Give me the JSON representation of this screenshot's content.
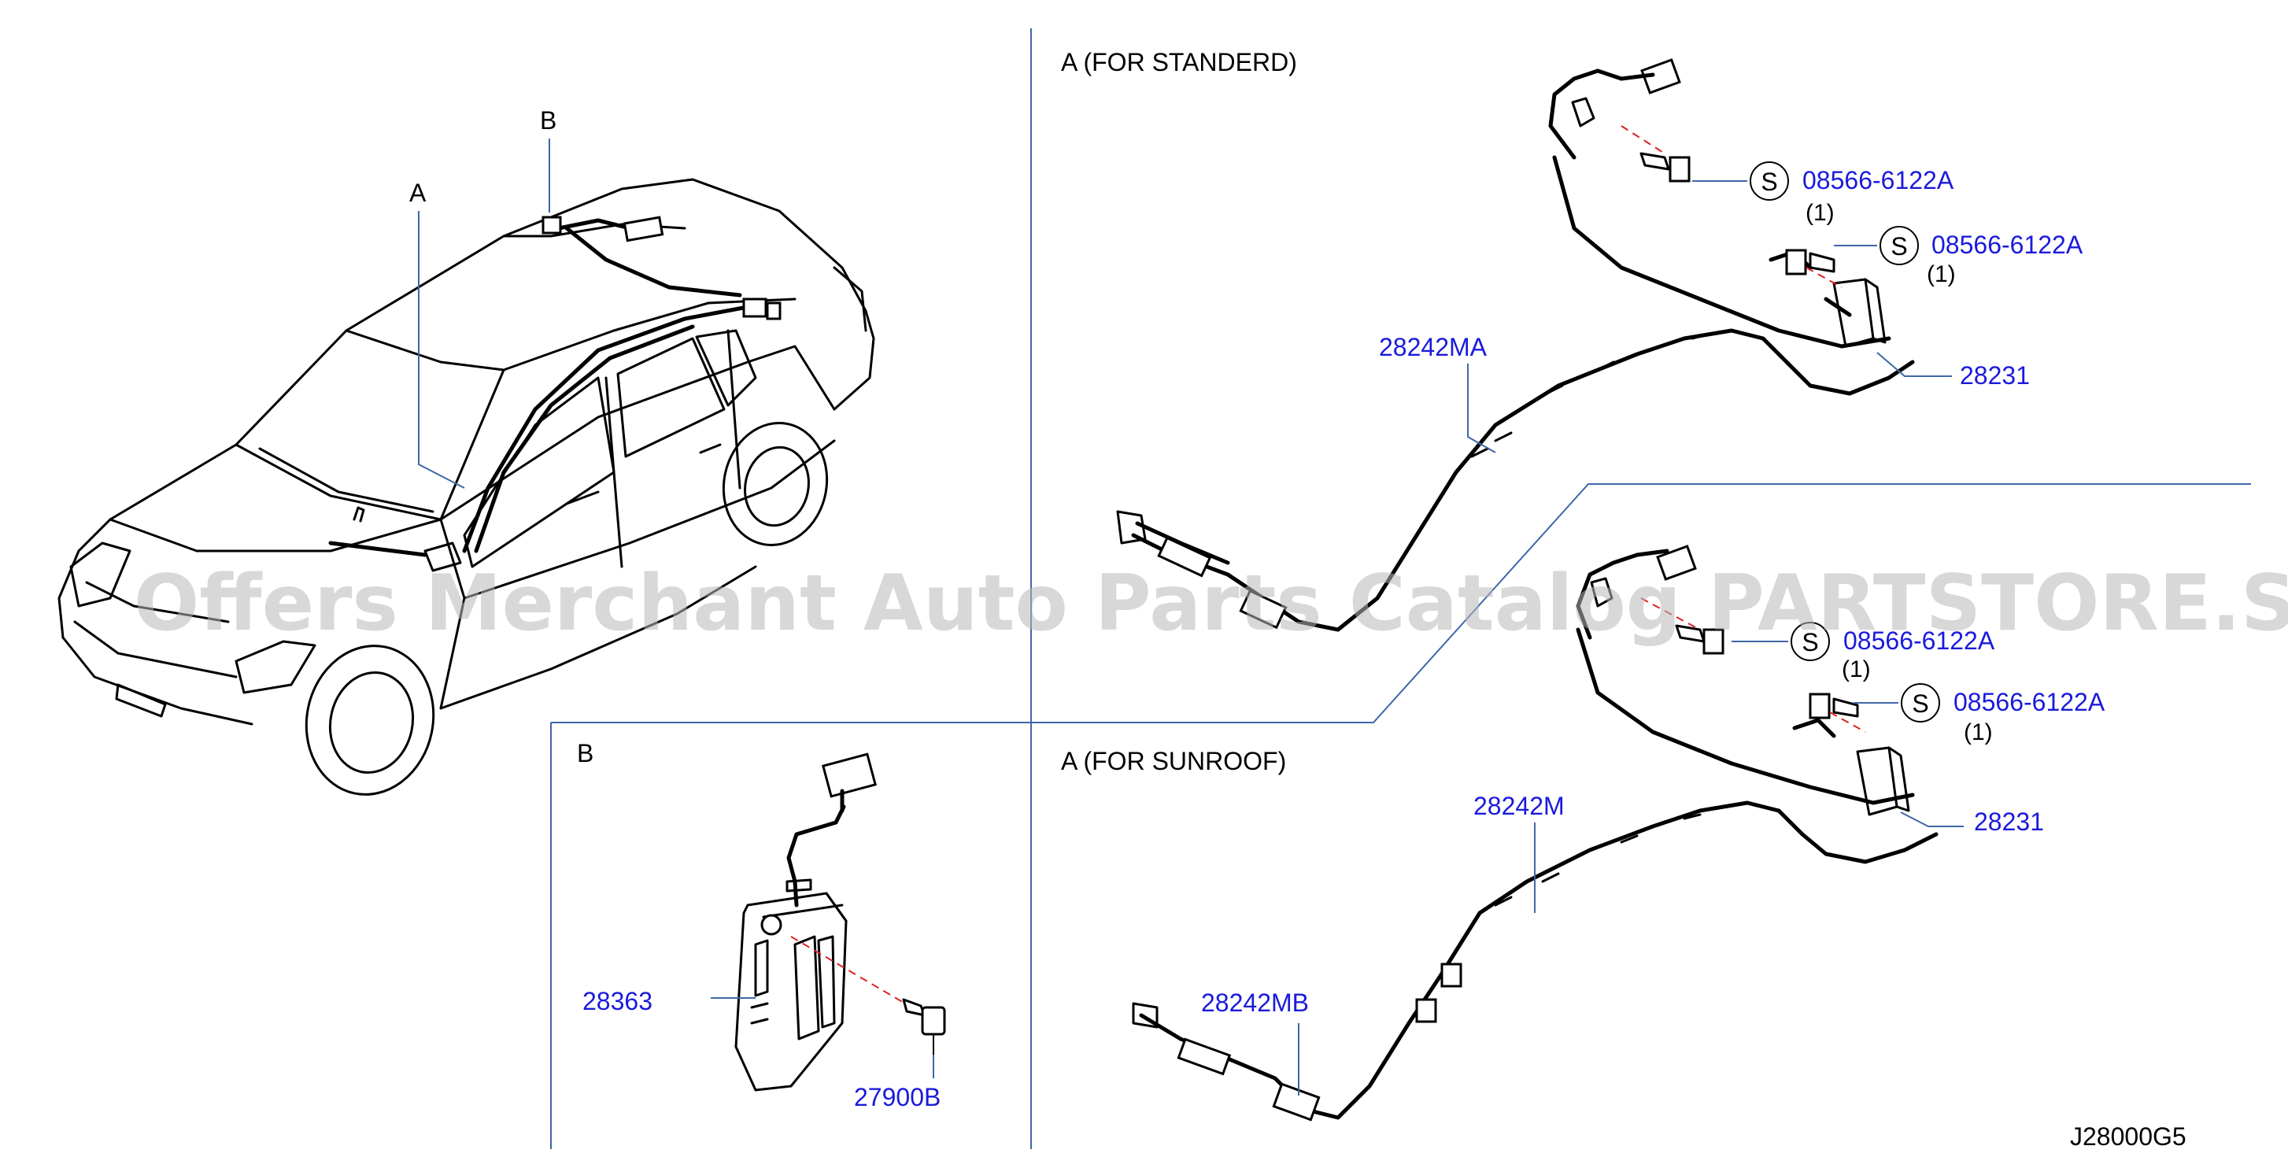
{
  "sections": {
    "standard_header": "A  (FOR  STANDERD)",
    "sunroof_header": "A  (FOR  SUNROOF)",
    "b_header": "B"
  },
  "car_callouts": {
    "a": "A",
    "b": "B"
  },
  "parts": {
    "std_bolt_1": "08566-6122A",
    "std_bolt_1_qty": "(1)",
    "std_bolt_2": "08566-6122A",
    "std_bolt_2_qty": "(1)",
    "std_harness": "28242MA",
    "std_unit": "28231",
    "sr_bolt_1": "08566-6122A",
    "sr_bolt_1_qty": "(1)",
    "sr_bolt_2": "08566-6122A",
    "sr_bolt_2_qty": "(1)",
    "sr_harness": "28242M",
    "sr_harness_sub": "28242MB",
    "sr_unit": "28231",
    "b_unit": "28363",
    "b_bolt": "27900B"
  },
  "symbol_s": "S",
  "watermark": "Offers Merchant Auto Parts Catalog PARTSTORE.SA",
  "diagram_code": "J28000G5",
  "colors": {
    "part_number": "#1a1adc",
    "separator": "#3f67a8",
    "watermark": "#b9b9b9"
  }
}
